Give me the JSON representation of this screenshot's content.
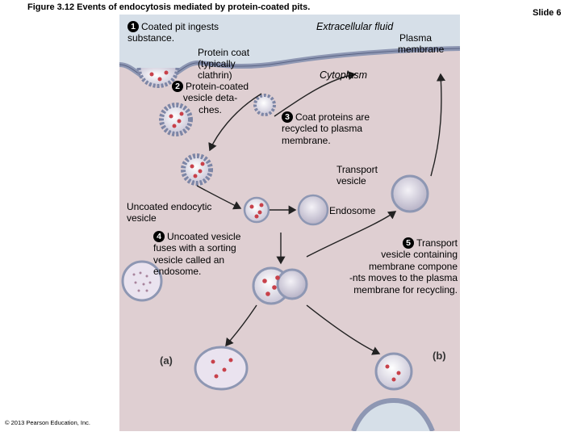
{
  "header": {
    "figure_title": "Figure 3.12 Events of endocytosis mediated by protein-coated pits.",
    "slide_label": "Slide 6"
  },
  "regions": {
    "extracellular": "Extracellular fluid",
    "plasma_membrane": [
      "Plasma",
      "membrane"
    ],
    "cytoplasm": "Cytoplasm"
  },
  "labels": {
    "protein_coat": [
      "Protein coat",
      "(typically",
      "clathrin)"
    ],
    "transport_vesicle": [
      "Transport",
      "vesicle"
    ],
    "uncoated_vesicle": [
      "Uncoated endocytic",
      "vesicle"
    ],
    "endosome": "Endosome",
    "panel_a": "(a)",
    "panel_b": "(b)"
  },
  "steps": [
    {
      "number": "1",
      "lines": [
        "Coated pit ingests",
        "substance."
      ]
    },
    {
      "number": "2",
      "lines": [
        "Protein-coated",
        "vesicle deta-",
        "ches."
      ]
    },
    {
      "number": "3",
      "lines": [
        "Coat proteins are",
        "recycled to plasma",
        "membrane."
      ]
    },
    {
      "number": "4",
      "lines": [
        "Uncoated vesicle",
        "fuses with a sorting",
        "vesicle called an",
        "endosome."
      ]
    },
    {
      "number": "5",
      "lines": [
        "Transport",
        "vesicle containing",
        "membrane compone",
        "-nts moves to the plasma",
        "membrane for recycling."
      ]
    }
  ],
  "footer": {
    "copyright": "© 2013 Pearson Education, Inc."
  },
  "colors": {
    "extracellular_bg": "#d6dfe8",
    "cytoplasm_bg": "#dfcfd2",
    "membrane": "#8e97b3",
    "vesicle_fill": "#eeeaf2",
    "coat": "#7d86a6",
    "cargo": "#c8414a",
    "arrow": "#222222"
  },
  "icons": [
    "coated-pit-icon",
    "coated-vesicle-icon",
    "endosome-icon",
    "transport-vesicle-icon",
    "arrow-icon"
  ]
}
